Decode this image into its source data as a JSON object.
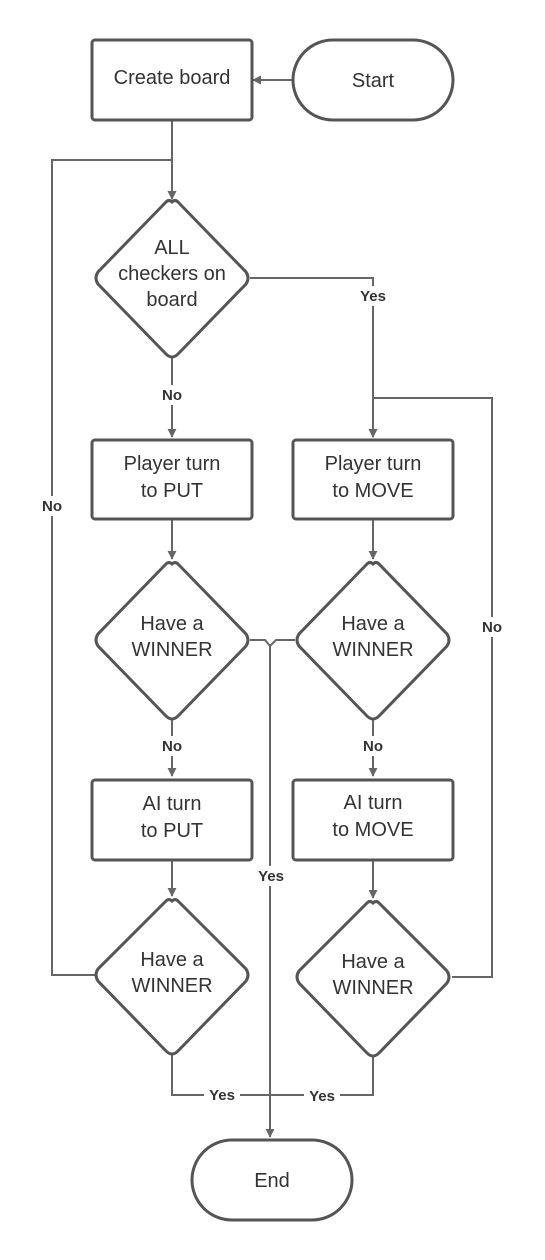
{
  "nodes": {
    "start": {
      "kind": "terminal",
      "lines": [
        "Start"
      ]
    },
    "create_board": {
      "kind": "process",
      "lines": [
        "Create board"
      ]
    },
    "all_checkers": {
      "kind": "decision",
      "lines": [
        "ALL",
        "checkers on",
        "board"
      ]
    },
    "player_put": {
      "kind": "process",
      "lines": [
        "Player turn",
        "to PUT"
      ]
    },
    "player_move": {
      "kind": "process",
      "lines": [
        "Player turn",
        "to MOVE"
      ]
    },
    "winner_player_put": {
      "kind": "decision",
      "lines": [
        "Have a",
        "WINNER"
      ]
    },
    "winner_player_move": {
      "kind": "decision",
      "lines": [
        "Have a",
        "WINNER"
      ]
    },
    "ai_put": {
      "kind": "process",
      "lines": [
        "AI turn",
        "to PUT"
      ]
    },
    "ai_move": {
      "kind": "process",
      "lines": [
        "AI turn",
        "to MOVE"
      ]
    },
    "winner_ai_put": {
      "kind": "decision",
      "lines": [
        "Have a",
        "WINNER"
      ]
    },
    "winner_ai_move": {
      "kind": "decision",
      "lines": [
        "Have a",
        "WINNER"
      ]
    },
    "end": {
      "kind": "terminal",
      "lines": [
        "End"
      ]
    }
  },
  "edges": [
    {
      "from": "start",
      "to": "create_board",
      "label": ""
    },
    {
      "from": "create_board",
      "to": "all_checkers",
      "label": ""
    },
    {
      "from": "all_checkers",
      "to": "player_put",
      "label": "No"
    },
    {
      "from": "all_checkers",
      "to": "player_move",
      "label": "Yes"
    },
    {
      "from": "player_put",
      "to": "winner_player_put",
      "label": ""
    },
    {
      "from": "player_move",
      "to": "winner_player_move",
      "label": ""
    },
    {
      "from": "winner_player_put",
      "to": "ai_put",
      "label": "No"
    },
    {
      "from": "winner_player_move",
      "to": "ai_move",
      "label": "No"
    },
    {
      "from": "winner_player_put",
      "to": "end",
      "label": "Yes"
    },
    {
      "from": "winner_player_move",
      "to": "end",
      "label": ""
    },
    {
      "from": "ai_put",
      "to": "winner_ai_put",
      "label": ""
    },
    {
      "from": "ai_move",
      "to": "winner_ai_move",
      "label": ""
    },
    {
      "from": "winner_ai_put",
      "to": "all_checkers",
      "label": "No"
    },
    {
      "from": "winner_ai_move",
      "to": "player_move",
      "label": "No"
    },
    {
      "from": "winner_ai_put",
      "to": "end",
      "label": "Yes"
    },
    {
      "from": "winner_ai_move",
      "to": "end",
      "label": "Yes"
    }
  ]
}
